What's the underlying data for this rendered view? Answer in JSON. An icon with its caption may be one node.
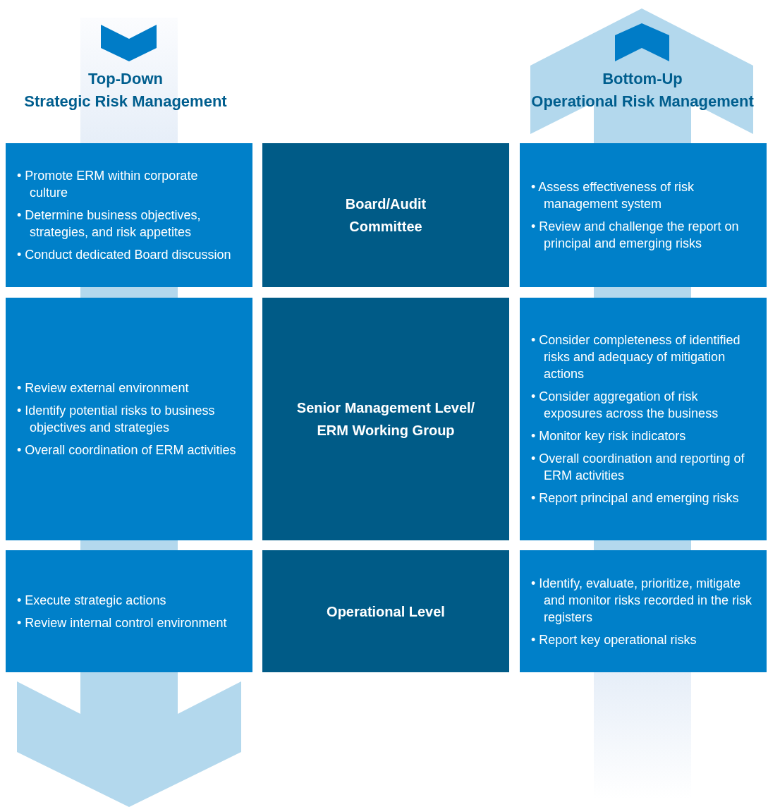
{
  "diagram": {
    "nodes": [
      {
        "text": [
          "• Promote ERM within corporate culture",
          "• Determine business objectives, strategies, and risk appetites",
          "• Conduct dedicated Board discussion"
        ]
      },
      {
        "text": [
          "Board/Audit Committee"
        ]
      },
      {
        "text": [
          "• Assess effectiveness of risk management system",
          "• Review and challenge the report on principal and emerging risks"
        ]
      },
      {
        "text": [
          "• Review external environment",
          "• Identify potential risks to business objectives and strategies",
          "• Overall coordination of ERM activities"
        ]
      },
      {
        "text": [
          "Senior Management Level/ ERM Working Group"
        ]
      },
      {
        "text": [
          "• Consider completeness of identified risks and adequacy of mitigation actions",
          "• Consider aggregation of risk exposures across the business",
          "• Monitor key risk indicators",
          "• Overall coordination and reporting of ERM activities",
          "• Report principal and emerging risks"
        ]
      },
      {
        "text": [
          "• Execute strategic actions",
          "• Review internal control environment"
        ]
      },
      {
        "text": [
          "Operational Level"
        ]
      },
      {
        "text": [
          "• Identify, evaluate, prioritize, mitigate and monitor risks recorded in the risk registers",
          "• Report key operational risks"
        ]
      }
    ],
    "labels": [
      "Top-Down",
      "Strategic Risk Management",
      "Bottom-Up",
      "Operational Risk Management"
    ]
  }
}
